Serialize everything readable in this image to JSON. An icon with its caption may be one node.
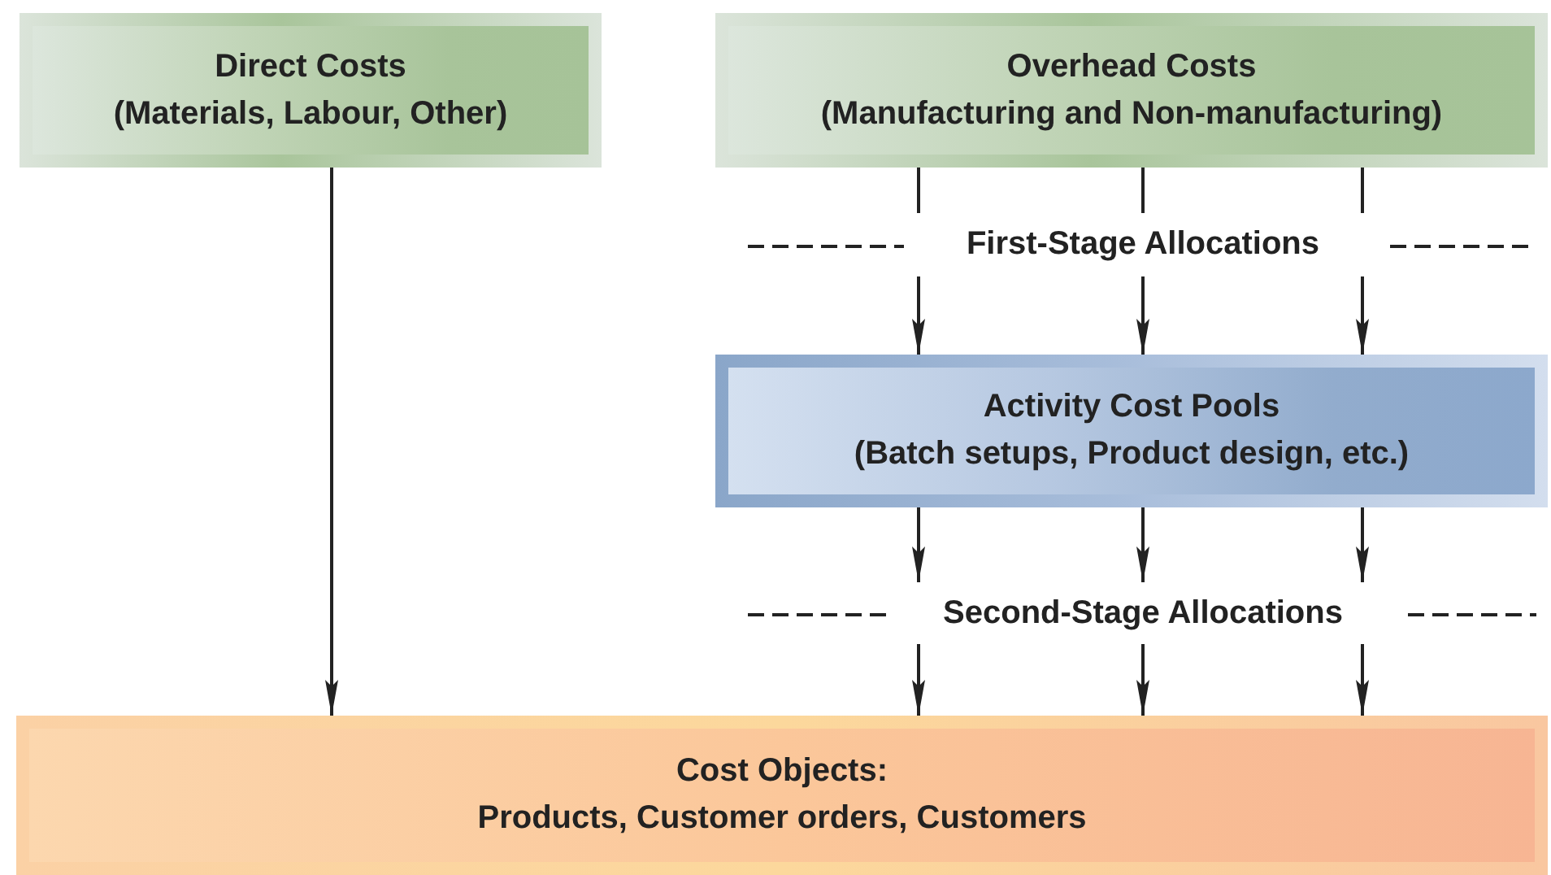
{
  "diagram": {
    "nodes": [
      {
        "text": [
          "Direct Costs",
          "(Materials, Labour, Other)"
        ]
      },
      {
        "text": [
          "Overhead Costs",
          "(Manufacturing and Non-manufacturing)"
        ]
      },
      {
        "text": [
          "First-Stage Allocations"
        ]
      },
      {
        "text": [
          "Activity Cost Pools",
          "(Batch setups, Product design, etc.)"
        ]
      },
      {
        "text": [
          "Second-Stage Allocations"
        ]
      },
      {
        "text": [
          "Cost Objects:",
          "Products, Customer orders, Customers"
        ]
      }
    ],
    "edges": [
      {
        "from": 0,
        "to": 5,
        "arrow": "to"
      },
      {
        "from": 1,
        "to": 2,
        "arrow": "none"
      },
      {
        "from": 1,
        "to": 2,
        "arrow": "none"
      },
      {
        "from": 1,
        "to": 2,
        "arrow": "none"
      },
      {
        "from": 2,
        "to": 3,
        "arrow": "to"
      },
      {
        "from": 2,
        "to": 3,
        "arrow": "to"
      },
      {
        "from": 2,
        "to": 3,
        "arrow": "to"
      },
      {
        "from": 3,
        "to": 4,
        "arrow": "to"
      },
      {
        "from": 3,
        "to": 4,
        "arrow": "to"
      },
      {
        "from": 3,
        "to": 4,
        "arrow": "to"
      },
      {
        "from": 4,
        "to": 5,
        "arrow": "to"
      },
      {
        "from": 4,
        "to": 5,
        "arrow": "to"
      },
      {
        "from": 4,
        "to": 5,
        "arrow": "to"
      }
    ]
  }
}
